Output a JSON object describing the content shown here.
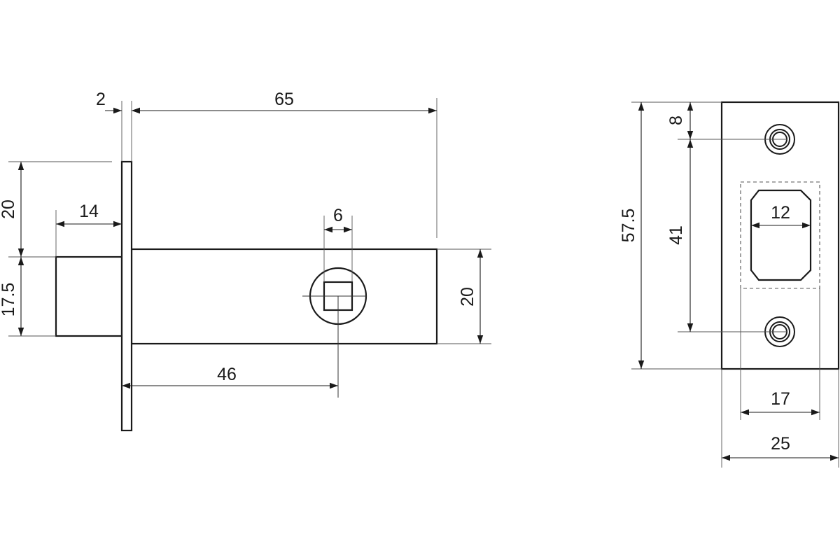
{
  "dimensions": {
    "flange_thickness": "2",
    "body_length": "65",
    "backset_height": "20",
    "cylinder_length": "14",
    "spindle_square": "6",
    "cylinder_height": "17.5",
    "body_height": "20",
    "backset": "46",
    "plate_hole_offset": "8",
    "plate_height": "57.5",
    "plate_hole_spacing": "41",
    "latch_opening_width": "12",
    "latch_pocket_width": "17",
    "plate_width": "25"
  }
}
